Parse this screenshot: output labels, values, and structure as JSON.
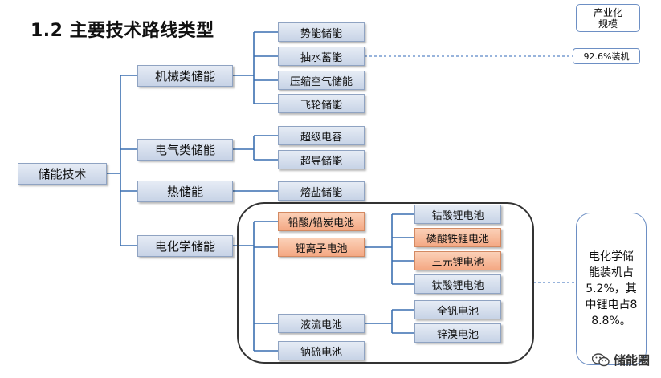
{
  "title": "1.2 主要技术路线类型",
  "scale_label": "产业化\n规模",
  "root": "储能技术",
  "categories": {
    "mechanical": "机械类储能",
    "electrical": "电气类储能",
    "thermal": "热储能",
    "electrochemical": "电化学储能"
  },
  "mechanical_items": [
    "势能储能",
    "抽水蓄能",
    "压缩空气储能",
    "飞轮储能"
  ],
  "electrical_items": [
    "超级电容",
    "超导储能"
  ],
  "thermal_items": [
    "熔盐储能"
  ],
  "electrochemical_items": [
    "铅酸/铅炭电池",
    "锂离子电池",
    "液流电池",
    "钠硫电池"
  ],
  "lithium_items": [
    "钴酸锂电池",
    "磷酸铁锂电池",
    "三元锂电池",
    "钛酸锂电池"
  ],
  "flow_items": [
    "全钒电池",
    "锌溴电池"
  ],
  "pumped_note": "92.6%装机",
  "electrochem_note": "电化学储能装机占5.2%，其中锂电占88.8%。",
  "logo_text": "储能圈",
  "colors": {
    "node_blue": "#c7d3e6",
    "node_orange": "#f4a883",
    "line": "#3a6fb0",
    "dash": "#5a86c8"
  }
}
